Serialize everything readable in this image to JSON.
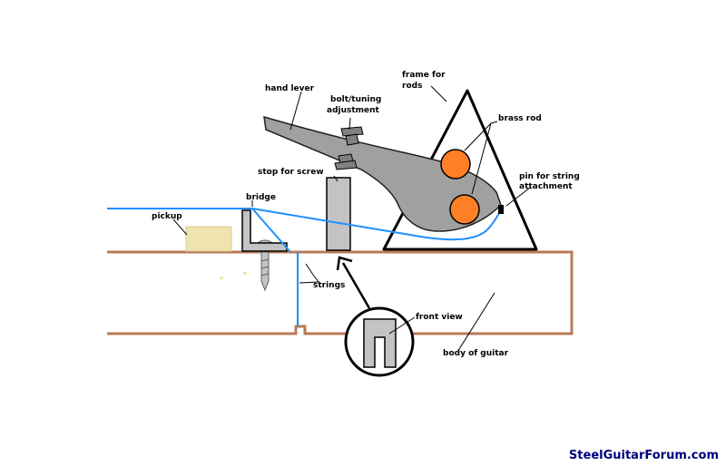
{
  "labels": {
    "hand_lever": "hand lever",
    "bolt_line1": "bolt/tuning",
    "bolt_line2": "adjustment",
    "frame_line1": "frame for",
    "frame_line2": "rods",
    "brass_rod": "brass rod",
    "stop_for_screw": "stop for screw",
    "pin_line1": "pin for string",
    "pin_line2": "attachment",
    "bridge": "bridge",
    "pickup": "pickup",
    "strings": "strings",
    "front_view": "front view",
    "body_of_guitar": "body of guitar"
  },
  "watermark": "SteelGuitarForum.com",
  "colors": {
    "guitar_body": "#b97a57",
    "string": "#1e90ff",
    "lever": "#a0a0a0",
    "brass": "#ff7f27",
    "pickup": "#efe4b0",
    "stop": "#c3c3c3",
    "watermark": "#000080"
  }
}
